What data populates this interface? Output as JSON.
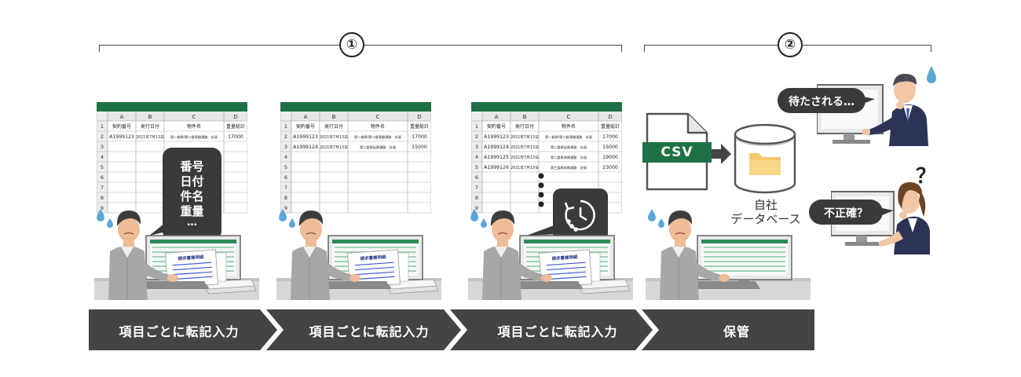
{
  "markers": [
    "①",
    "②"
  ],
  "sheet": {
    "col_letters": [
      "A",
      "B",
      "C",
      "D"
    ],
    "headers": [
      "契約番号",
      "発行日付",
      "物件名",
      "重量総計"
    ],
    "row_numbers": [
      "1",
      "2",
      "3",
      "4",
      "5",
      "6",
      "7",
      "8",
      "9"
    ],
    "rows": [
      [
        "A1999123",
        "2021年7月13日",
        "第一倉庫/第二倉庫間通路　計画",
        "17000"
      ],
      [
        "A1999124",
        "2021年7月13日",
        "第二倉庫出庫通路　計画",
        "15000"
      ],
      [
        "A1999125",
        "2021年7月13日",
        "第二倉庫南側通路　計画",
        "19000"
      ],
      [
        "A1999126",
        "2021年7月13日",
        "第三倉庫前側通路　計画",
        "23000"
      ]
    ]
  },
  "bubble_fields": [
    "番号",
    "日付",
    "件名",
    "重量",
    "…"
  ],
  "document_title": "請求書兼明細",
  "csv_label": "CSV",
  "database_label": [
    "自社",
    "データベース"
  ],
  "waiting_bubble": "待たされる…",
  "inaccurate_bubble": "不正確？",
  "question_mark": "？",
  "steps": [
    "項目ごとに転記入力",
    "項目ごとに転記入力",
    "項目ごとに転記入力",
    "保管"
  ],
  "colors": {
    "sheet_green": "#1e7145",
    "dark_gray": "#444444",
    "bubble": "#3a3a3a",
    "sweat_blue": "#5aa7d6"
  }
}
